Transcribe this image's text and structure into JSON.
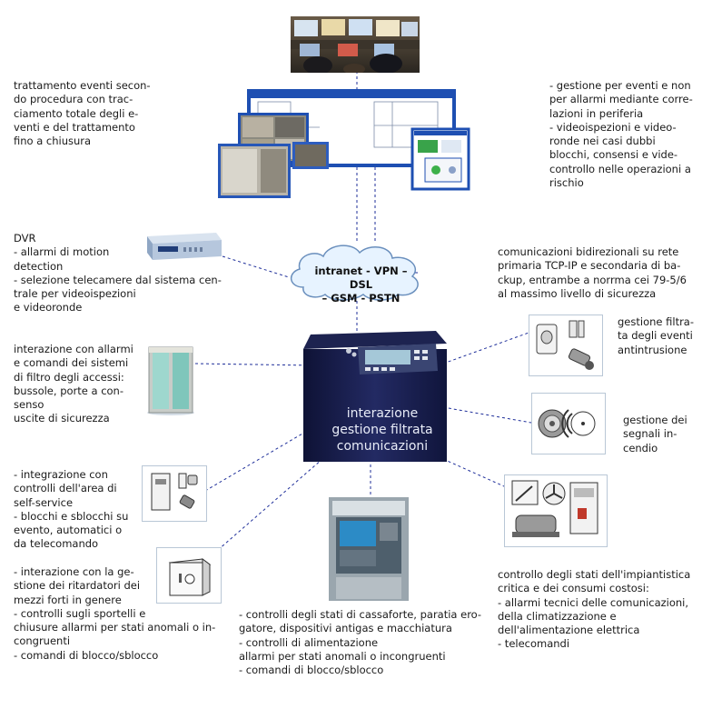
{
  "labels": {
    "top_left": "trattamento eventi secon-\ndo procedura con trac-\nciamento totale degli e-\nventi e del trattamento\nfino a chiusura",
    "top_right": "- gestione per eventi e non\nper allarmi mediante corre-\nlazioni in periferia\n- videoispezioni e video-\nronde nei casi dubbi\nblocchi, consensi e vide-\ncontrollo nelle operazioni a\nrischio",
    "dvr": "DVR\n- allarmi di motion\ndetection\n- selezione telecamere dal sistema cen-\ntrale per videoispezioni\ne videoronde",
    "comms": "comunicazioni bidirezionali su rete\nprimaria TCP-IP e secondaria di ba-\nckup, entrambe a norrma cei 79-5/6\nal massimo livello di sicurezza",
    "access": "interazione con allarmi\ne comandi dei sistemi\ndi filtro degli accessi:\nbussole, porte a con-\nsenso\nuscite di sicurezza",
    "intrusion": "gestione filtra-\nta degli eventi\nantintrusione",
    "fire": "gestione dei\nsegnali in-\ncendio",
    "self_service": "- integrazione con\ncontrolli dell'area di\nself-service\n- blocchi e sblocchi su\nevento, automatici o\nda telecomando",
    "safes": "- interazione con la ge-\nstione dei ritardatori dei\nmezzi forti in genere\n- controlli sugli sportelli e\nchiusure allarmi per stati anomali o in-\ncongruenti\n- comandi di blocco/sblocco",
    "atm": "- controlli degli stati di cassaforte, paratia ero-\ngatore, dispositivi antigas e macchiatura\n- controlli di alimentazione\nallarmi per stati anomali o incongruenti\n- comandi di blocco/sblocco",
    "plant": "controllo degli stati dell'impiantistica\ncritica e dei consumi costosi:\n- allarmi tecnici delle comunicazioni,\ndella climatizzazione e\ndell'alimentazione elettrica\n- telecomandi"
  },
  "cloud": {
    "text": "intranet - VPN – DSL\n– GSM - PSTN"
  },
  "central_unit": {
    "text": "interazione\ngestione filtrata\ncomunicazioni"
  },
  "colors": {
    "connector": "#1f2f9a",
    "cloud_fill": "#e7f3ff",
    "cloud_stroke": "#6a8fbd",
    "window_blue": "#1e4fb2",
    "cabinet": "#171d4a",
    "card_border": "#b9c7d6"
  },
  "icons": {
    "control_room": "control-room-photo",
    "screens": "software-screens",
    "dvr": "dvr-device",
    "central": "central-unit-cabinet",
    "access": "security-booth",
    "intrusion": "intrusion-sensors-icon",
    "fire": "smoke-detector-icon",
    "self_service": "self-service-control-icon",
    "safe": "safe-icon",
    "atm": "atm-machine",
    "plant": "plant-equipment-icon"
  }
}
